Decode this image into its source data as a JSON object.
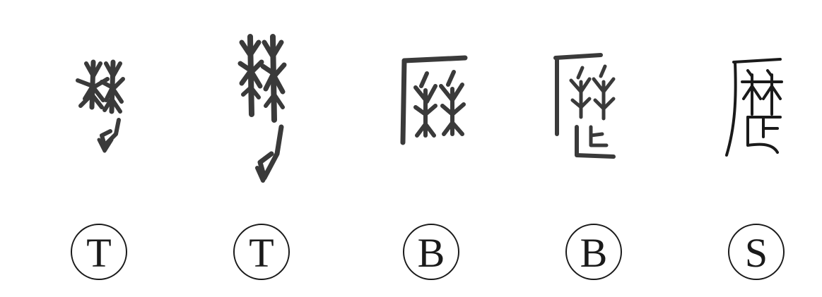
{
  "characters": [
    {
      "script": "oracle-bone",
      "label": "T"
    },
    {
      "script": "oracle-bone",
      "label": "T"
    },
    {
      "script": "bronze",
      "label": "B"
    },
    {
      "script": "bronze",
      "label": "B"
    },
    {
      "script": "seal",
      "label": "S"
    }
  ],
  "colors": {
    "ink": "#3a3a3a",
    "seal_ink": "#1a1a1a",
    "background": "#ffffff"
  }
}
